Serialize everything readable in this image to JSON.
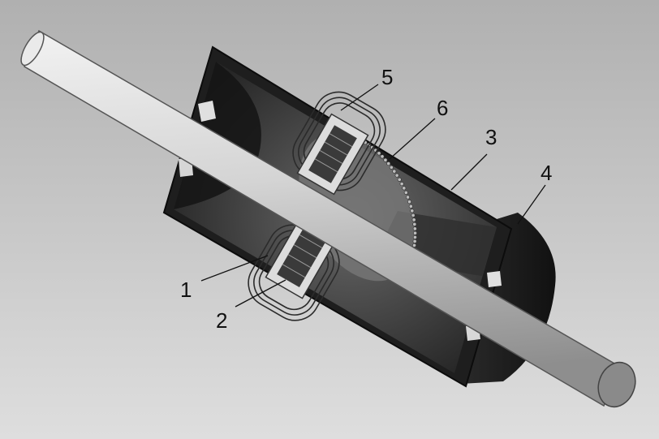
{
  "callouts": [
    {
      "id": "1",
      "label": "1"
    },
    {
      "id": "2",
      "label": "2"
    },
    {
      "id": "3",
      "label": "3"
    },
    {
      "id": "4",
      "label": "4"
    },
    {
      "id": "5",
      "label": "5"
    },
    {
      "id": "6",
      "label": "6"
    }
  ],
  "colors": {
    "background_top": "#b4b4b4",
    "background_bottom": "#dcdcdc",
    "housing_dark": "#1c1c1c",
    "housing_mid": "#4a4a4a",
    "rod_light": "#e6e6e6",
    "rod_shadow": "#8c8c8c",
    "coil": "#3a3a3a",
    "coil_inner": "#d8d8d8"
  }
}
